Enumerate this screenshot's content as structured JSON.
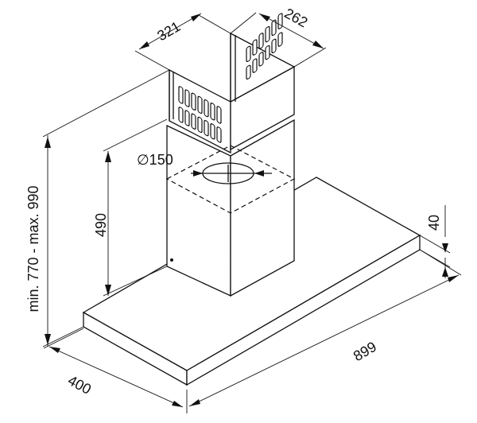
{
  "dimensions": {
    "chimney_width": "321",
    "chimney_depth": "262",
    "duct_diameter": "∅150",
    "chimney_height": "490",
    "total_height": "min. 770 - max. 990",
    "canopy_thickness": "40",
    "hood_width": "899",
    "hood_depth": "400"
  },
  "colors": {
    "line": "#111111",
    "background": "#ffffff"
  }
}
